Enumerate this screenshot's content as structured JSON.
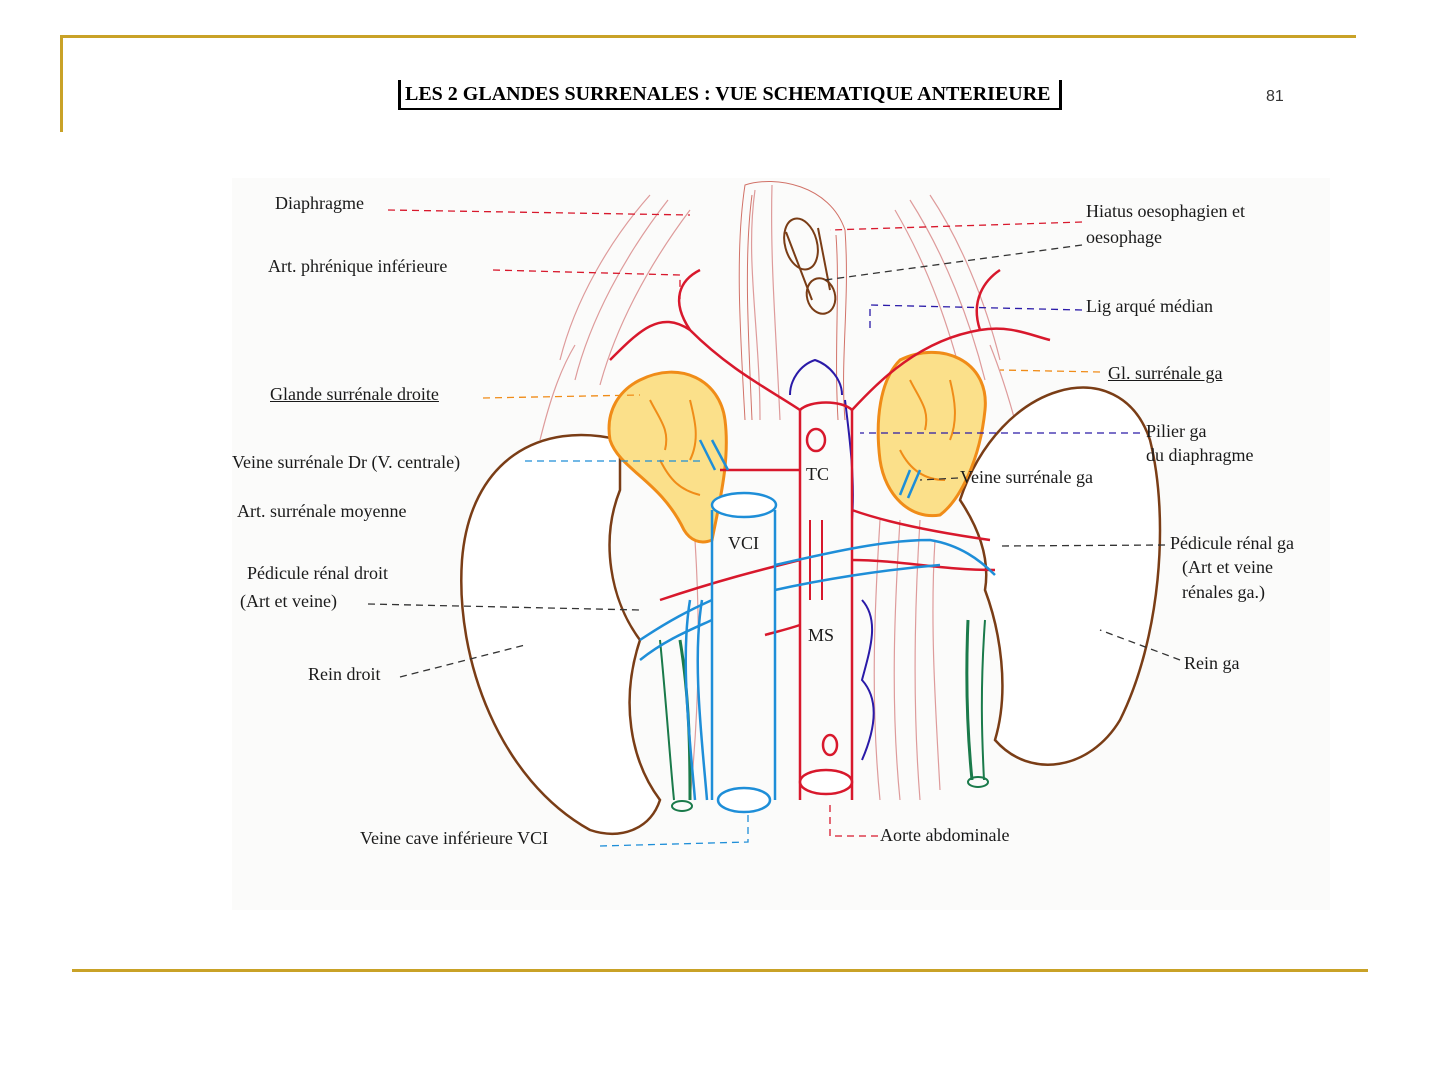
{
  "slide": {
    "title": "LES 2 GLANDES SURRENALES : VUE SCHEMATIQUE ANTERIEURE",
    "page_number": "81"
  },
  "labels": {
    "diaphragme": "Diaphragme",
    "art_phrenique": "Art. phrénique inférieure",
    "glande_droite": "Glande surrénale droite",
    "veine_surr_dr": "Veine surrénale Dr (V. centrale)",
    "art_surr_moy": "Art. surrénale moyenne",
    "pedicule_dr_1": "Pédicule rénal droit",
    "pedicule_dr_2": "(Art et veine)",
    "rein_droit": "Rein droit",
    "vci_caption": "Veine cave inférieure  VCI",
    "hiatus_1": "Hiatus oesophagien et",
    "hiatus_2": "oesophage",
    "lig_arque": "Lig arqué médian",
    "gl_ga": "Gl. surrénale ga",
    "pilier_1": "Pilier ga",
    "pilier_2": "du diaphragme",
    "veine_surr_ga": "Veine surrénale ga",
    "pedicule_ga_1": "Pédicule rénal ga",
    "pedicule_ga_2": "(Art et veine",
    "pedicule_ga_3": "rénales ga.)",
    "rein_ga": "Rein ga",
    "aorte": "Aorte abdominale",
    "tc": "TC",
    "vci": "VCI",
    "ms": "MS"
  },
  "colors": {
    "frame": "#c9a227",
    "artery": "#d8182c",
    "vein": "#1e8ed8",
    "kidney": "#7a3d16",
    "gland_fill": "#fbe08a",
    "gland_outline": "#f08c18",
    "ureter": "#1a7a4a",
    "nerve": "#2a1aa8",
    "muscle": "#d98b8b"
  }
}
